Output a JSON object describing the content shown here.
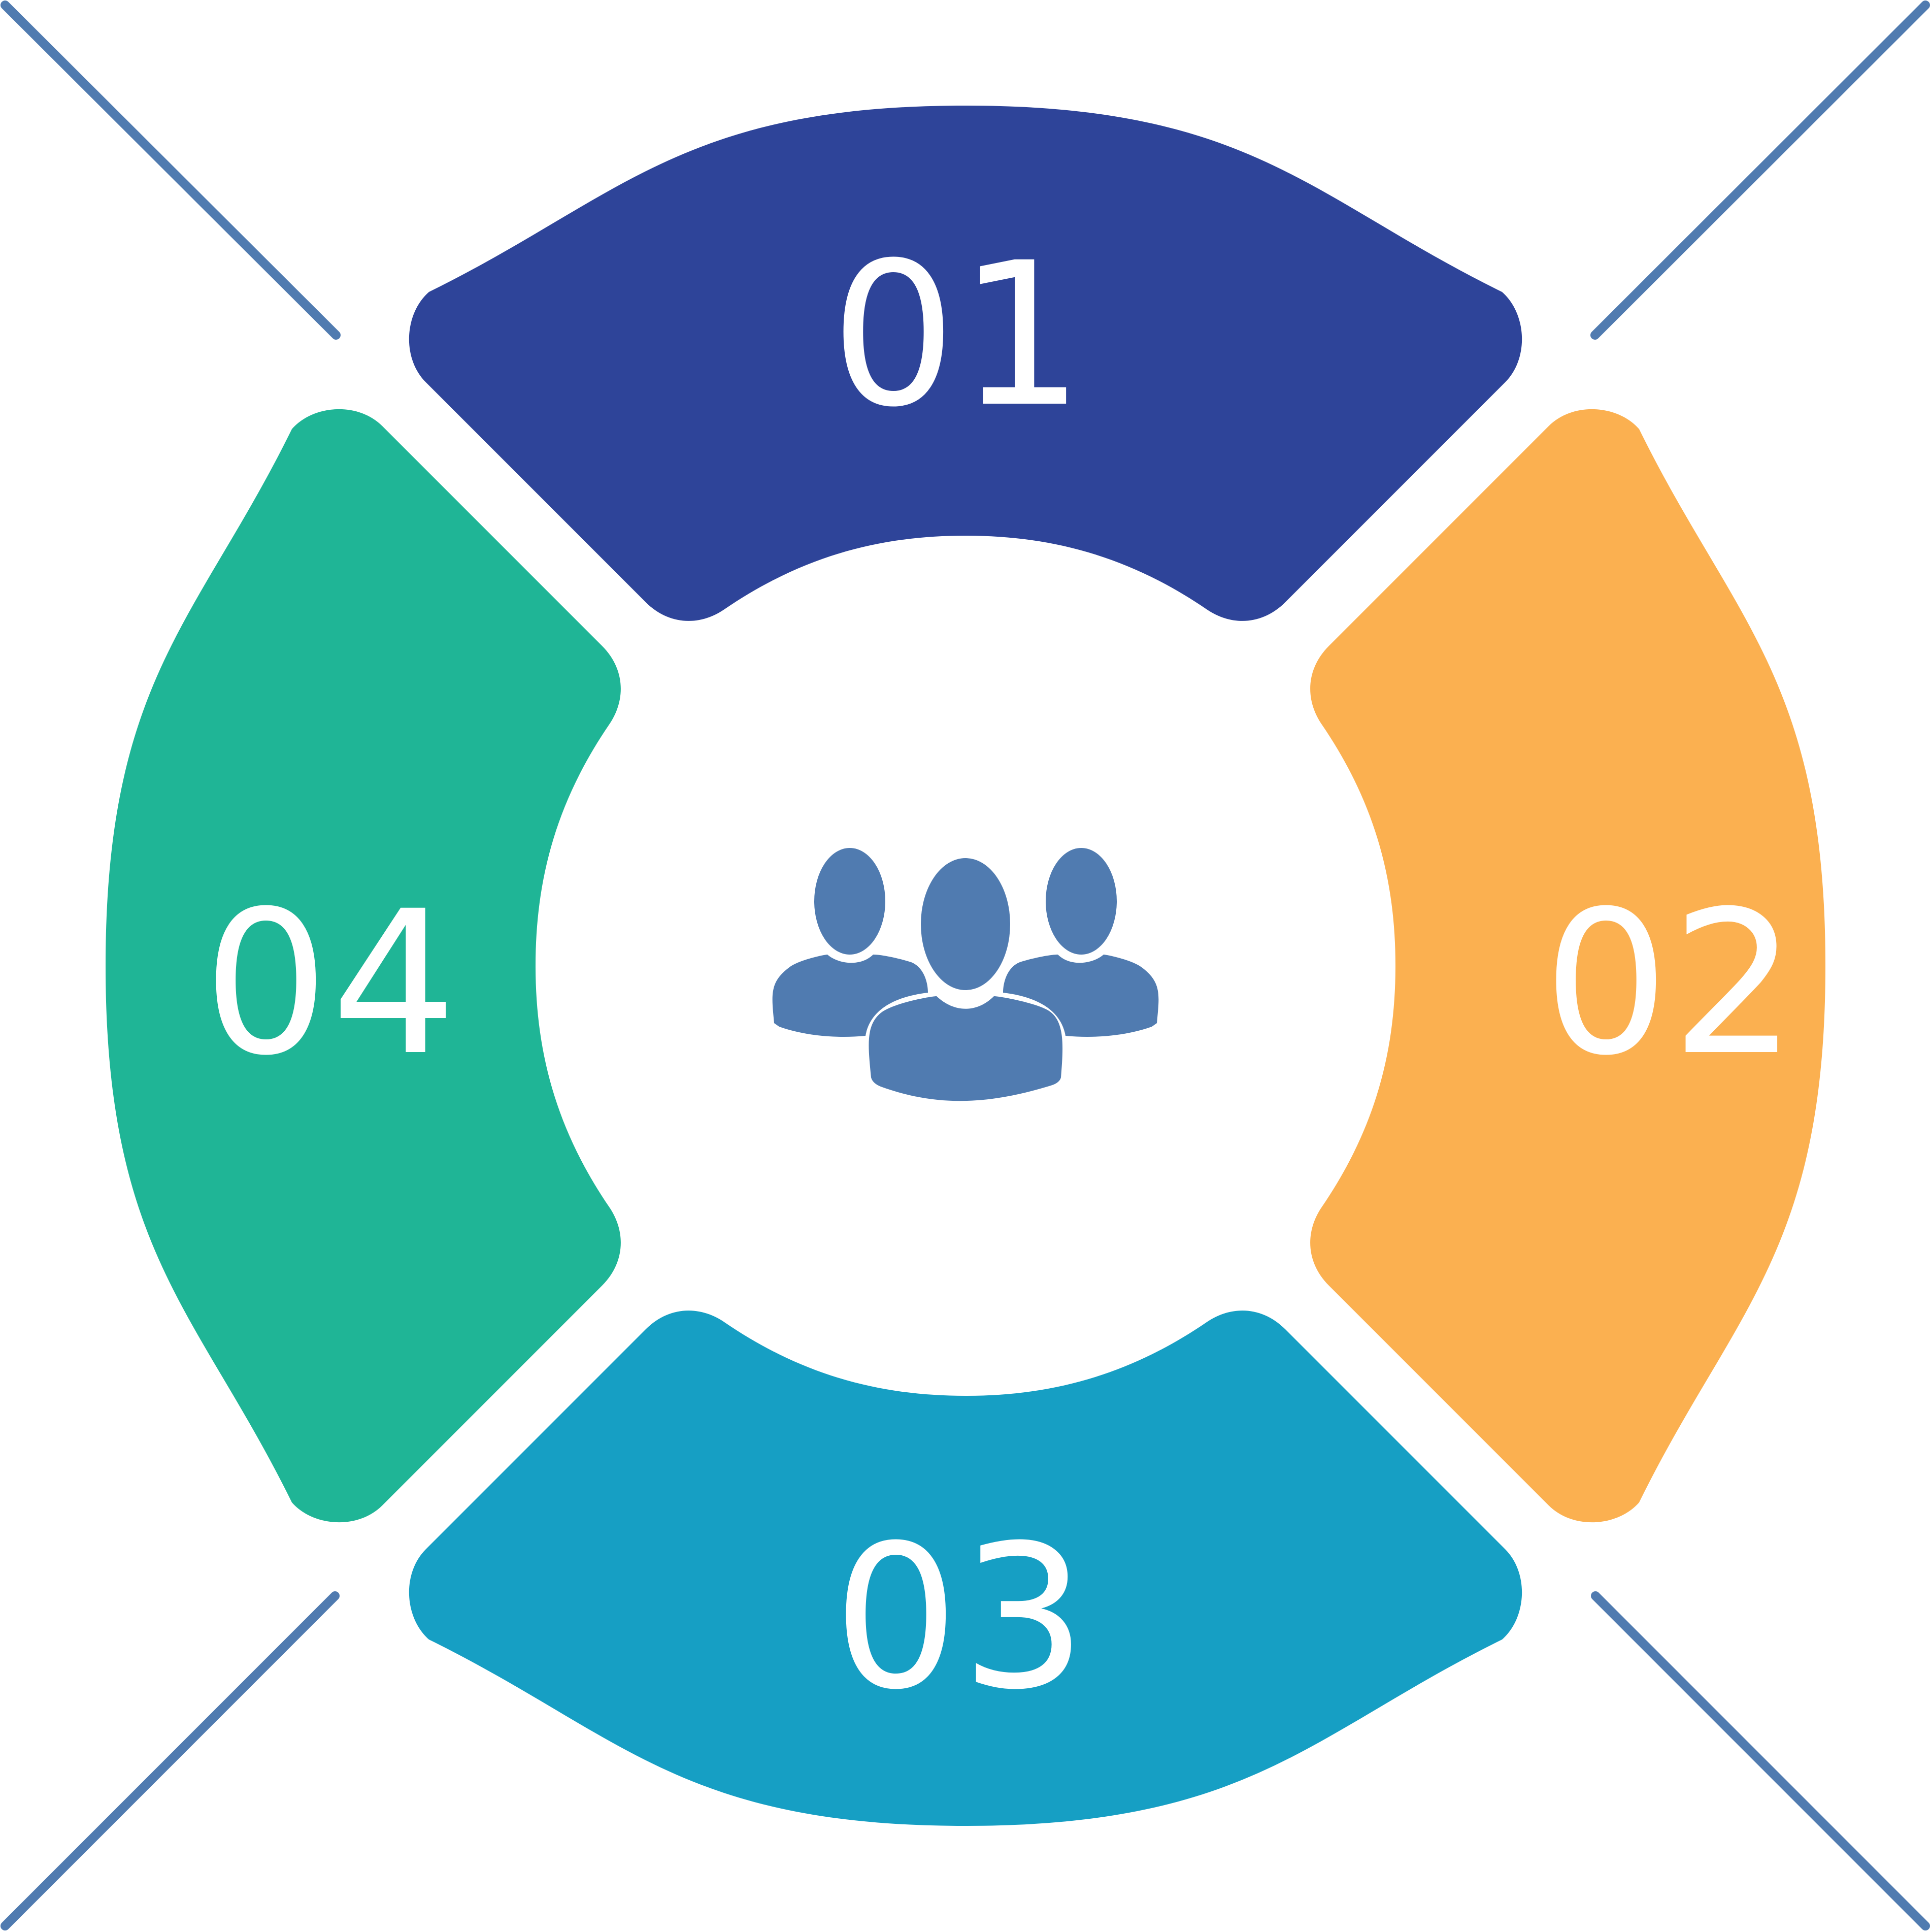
{
  "colors": {
    "segment_01": "#2e4499",
    "segment_02": "#fbb050",
    "segment_03": "#169fc4",
    "segment_04": "#1fb596",
    "diagonals": "#507bb0",
    "people_icon": "#507bb0",
    "label_text": "#ffffff"
  },
  "segments": [
    {
      "id": "top",
      "label": "01"
    },
    {
      "id": "right",
      "label": "02"
    },
    {
      "id": "bottom",
      "label": "03"
    },
    {
      "id": "left",
      "label": "04"
    }
  ],
  "center_icon": "people-group-icon"
}
